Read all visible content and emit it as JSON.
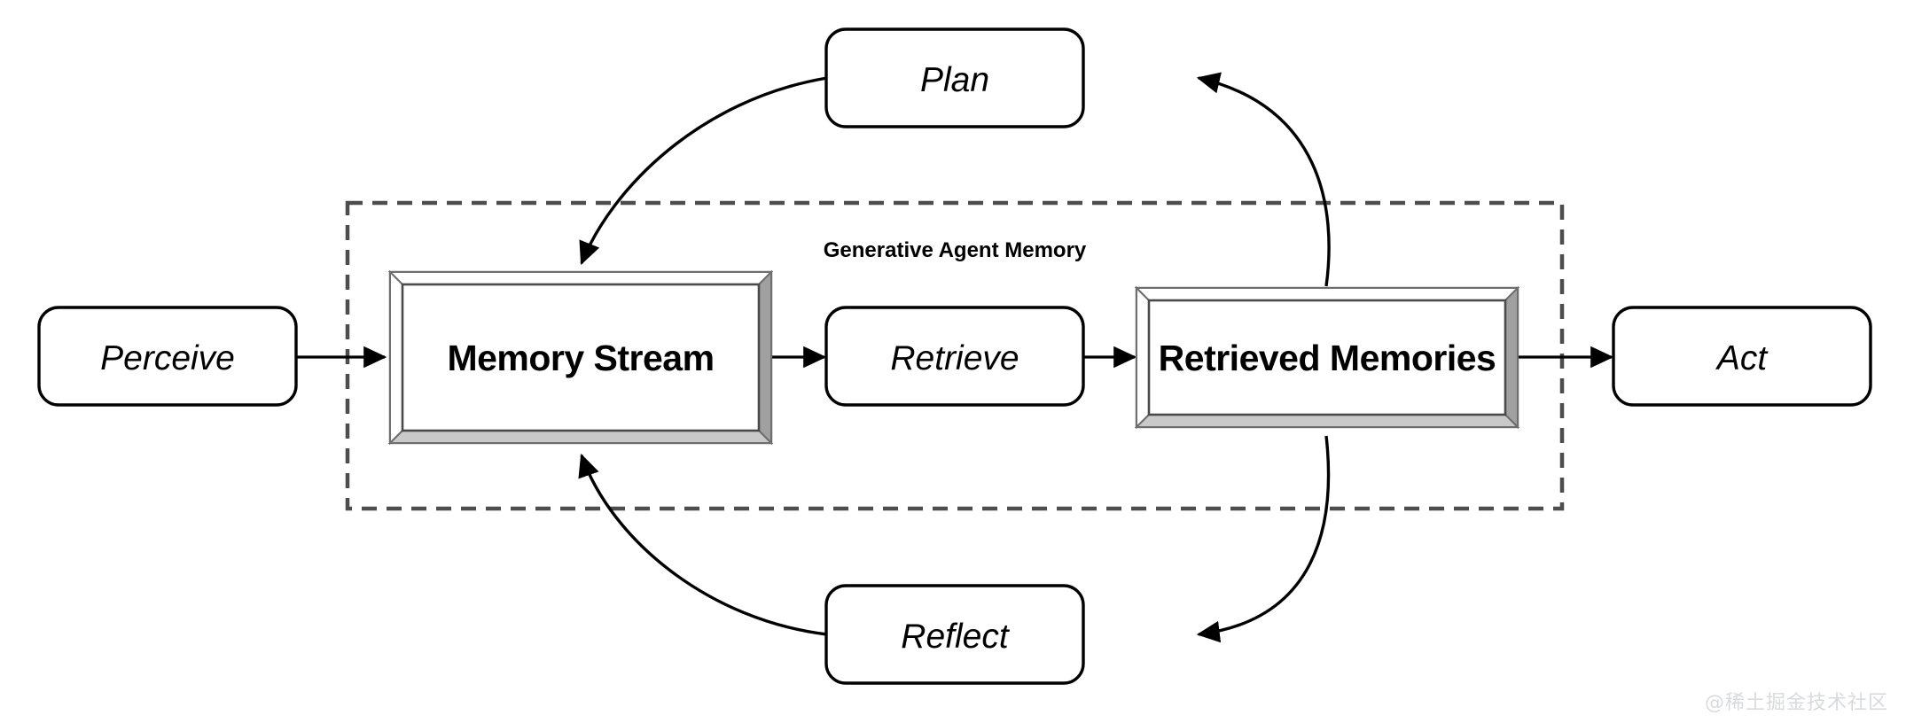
{
  "diagram": {
    "title": "Generative Agent Memory",
    "background_color": "#ffffff",
    "boundary": {
      "label": "Generative Agent Memory",
      "style": "dashed",
      "color": "#4d4d4d"
    },
    "nodes": {
      "perceive": {
        "label": "Perceive",
        "shape": "rounded-rect",
        "style": "italic"
      },
      "memory_stream": {
        "label": "Memory Stream",
        "shape": "framed-box",
        "style": "bold"
      },
      "retrieve": {
        "label": "Retrieve",
        "shape": "rounded-rect",
        "style": "italic"
      },
      "retrieved_memories": {
        "label": "Retrieved Memories",
        "shape": "framed-box",
        "style": "bold"
      },
      "act": {
        "label": "Act",
        "shape": "rounded-rect",
        "style": "italic"
      },
      "plan": {
        "label": "Plan",
        "shape": "rounded-rect",
        "style": "italic"
      },
      "reflect": {
        "label": "Reflect",
        "shape": "rounded-rect",
        "style": "italic"
      }
    },
    "edges": [
      {
        "from": "Perceive",
        "to": "Memory Stream",
        "kind": "straight-arrow"
      },
      {
        "from": "Memory Stream",
        "to": "Retrieve",
        "kind": "straight-arrow"
      },
      {
        "from": "Retrieve",
        "to": "Retrieved Memories",
        "kind": "straight-arrow"
      },
      {
        "from": "Retrieved Memories",
        "to": "Act",
        "kind": "straight-arrow"
      },
      {
        "from": "Retrieved Memories",
        "to": "Plan",
        "kind": "curved-arrow"
      },
      {
        "from": "Plan",
        "to": "Memory Stream",
        "kind": "curved-arrow"
      },
      {
        "from": "Retrieved Memories",
        "to": "Reflect",
        "kind": "curved-arrow"
      },
      {
        "from": "Reflect",
        "to": "Memory Stream",
        "kind": "curved-arrow"
      }
    ],
    "watermark": "@稀土掘金技术社区"
  }
}
